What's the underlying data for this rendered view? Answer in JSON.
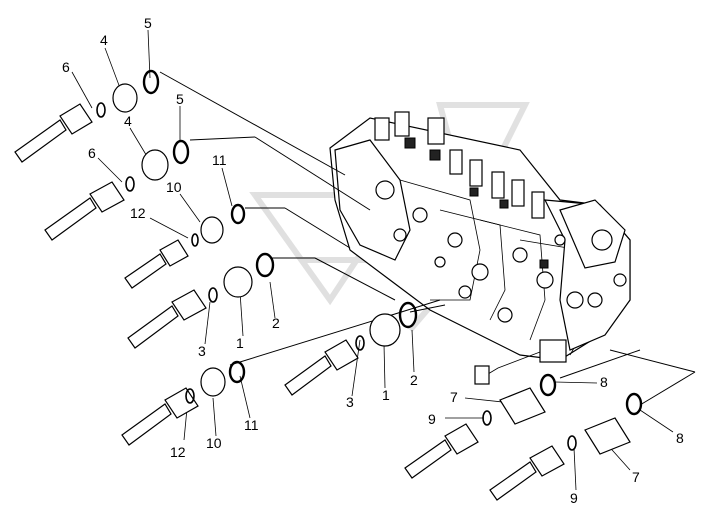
{
  "labels": [
    {
      "id": "l5a",
      "text": "5"
    },
    {
      "id": "l4a",
      "text": "4"
    },
    {
      "id": "l6a",
      "text": "6"
    },
    {
      "id": "l5b",
      "text": "5"
    },
    {
      "id": "l4b",
      "text": "4"
    },
    {
      "id": "l6b",
      "text": "6"
    },
    {
      "id": "l11a",
      "text": "11"
    },
    {
      "id": "l10a",
      "text": "10"
    },
    {
      "id": "l12a",
      "text": "12"
    },
    {
      "id": "l2a",
      "text": "2"
    },
    {
      "id": "l1a",
      "text": "1"
    },
    {
      "id": "l3a",
      "text": "3"
    },
    {
      "id": "l3b",
      "text": "3"
    },
    {
      "id": "l1b",
      "text": "1"
    },
    {
      "id": "l2b",
      "text": "2"
    },
    {
      "id": "l11b",
      "text": "11"
    },
    {
      "id": "l10b",
      "text": "10"
    },
    {
      "id": "l12b",
      "text": "12"
    },
    {
      "id": "l7a",
      "text": "7"
    },
    {
      "id": "l8a",
      "text": "8"
    },
    {
      "id": "l9a",
      "text": "9"
    },
    {
      "id": "l8b",
      "text": "8"
    },
    {
      "id": "l9b",
      "text": "9"
    },
    {
      "id": "l7b",
      "text": "7"
    }
  ],
  "colors": {
    "line": "#000000",
    "background": "#ffffff",
    "watermark": "#d9d9d9"
  }
}
